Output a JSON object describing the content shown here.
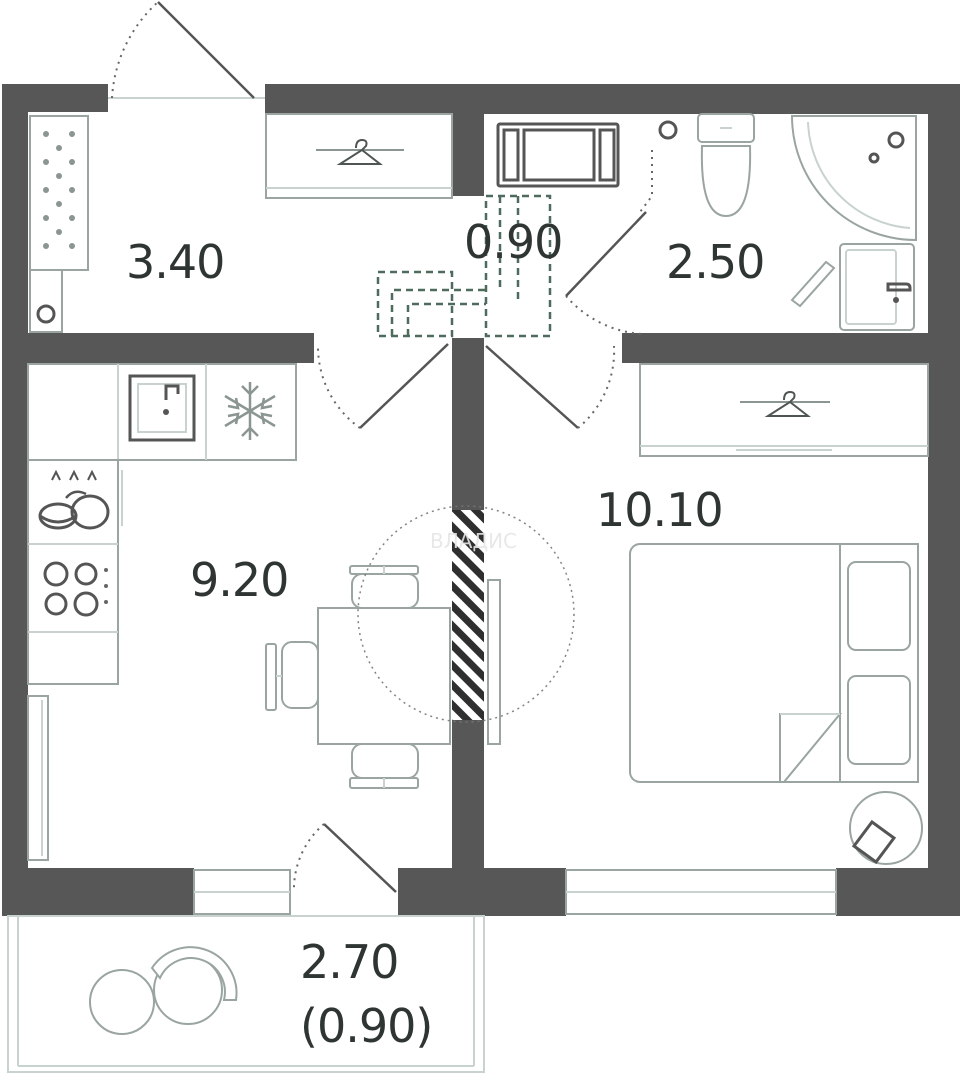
{
  "rooms": {
    "hallway": {
      "area": "3.40"
    },
    "storage": {
      "area": "0.90"
    },
    "bathroom": {
      "area": "2.50"
    },
    "kitchen": {
      "area": "9.20"
    },
    "bedroom": {
      "area": "10.10"
    },
    "balcony": {
      "area": "2.70",
      "area_reduced": "(0.90)"
    }
  },
  "watermark": {
    "text": "ВЛАДИС"
  },
  "colors": {
    "wall": "#575757",
    "label": "#2f3532",
    "outline": "#9aa5a0",
    "storage_dash": "#4f6b5e"
  },
  "icons": [
    "hanger-icon",
    "sink-icon",
    "snowflake-icon",
    "dishes-icon",
    "stove-icon",
    "toilet-icon",
    "shower-icon",
    "bed-icon",
    "chair-icon",
    "dining-table-icon",
    "washing-machine-icon"
  ]
}
